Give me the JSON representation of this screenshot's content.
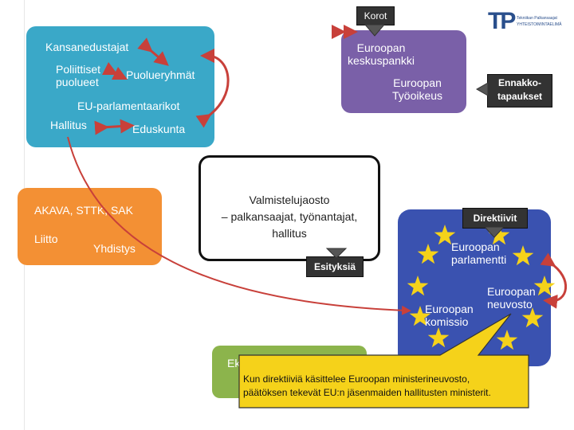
{
  "tags": {
    "korot": "Korot",
    "ennakkotapaukset": "Ennakko-\ntapaukset",
    "direktiivit": "Direktiivit",
    "esityksia": "Esityksiä"
  },
  "blue_box": {
    "kansanedustajat": "Kansanedustajat",
    "poliittiset_puolueet": "Poliittiset\npuolueet",
    "puolueryhmat": "Puolueryhmät",
    "eu_parlamentaarikot": "EU-parlamentaarikot",
    "hallitus": "Hallitus",
    "eduskunta": "Eduskunta"
  },
  "purple_box": {
    "euroopan_keskuspankki": "Euroopan\nkeskuspankki",
    "euroopan_tyooikeus": "Euroopan\nTyöoikeus"
  },
  "orange_box": {
    "akava": "AKAVA, STTK, SAK",
    "liitto": "Liitto",
    "yhdistys": "Yhdistys"
  },
  "white_box": {
    "title": "Valmistelujaosto\n– palkansaajat, työnantajat,\nhallitus"
  },
  "eu_box": {
    "parlamentti": "Euroopan\nparlamentti",
    "neuvosto": "Euroopan\nneuvosto",
    "komissio": "Euroopan\nkomissio"
  },
  "green_box": {
    "label": "Ek"
  },
  "callout": {
    "text": "Kun direktiiviä käsittelee Euroopan ministerineuvosto,\npäätöksen tekevät EU:n jäsenmaiden hallitusten ministerit."
  },
  "logo": {
    "mark": "TP",
    "line1": "Tekniikan Palkansaajat",
    "line2": "YHTEISTOIMINTAELIMÄ"
  },
  "colors": {
    "blue": "#3aa8c8",
    "purple": "#7a60a8",
    "orange": "#f39034",
    "green": "#8cb44c",
    "eu_blue": "#3a52b0",
    "star": "#f5d21a",
    "arrow": "#c8403a",
    "callout": "#f5d21a"
  }
}
